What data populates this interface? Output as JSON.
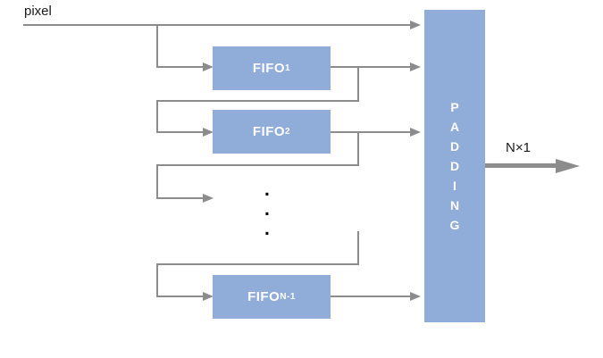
{
  "labels": {
    "input": "pixel",
    "output": "N×1"
  },
  "blocks": {
    "fifo1": {
      "base": "FIFO",
      "sub": "1"
    },
    "fifo2": {
      "base": "FIFO",
      "sub": "2"
    },
    "fifoN": {
      "base": "FIFO",
      "sub": "N-1"
    },
    "padding": {
      "letters": [
        "P",
        "A",
        "D",
        "D",
        "I",
        "N",
        "G"
      ]
    }
  },
  "ellipsis": {
    "dots": [
      ".",
      ".",
      "."
    ]
  },
  "colors": {
    "block_fill": "#90ACD9",
    "connector": "#8C8C8C",
    "block_text": "#FFFFFF",
    "label_text": "#1A1A1A"
  }
}
